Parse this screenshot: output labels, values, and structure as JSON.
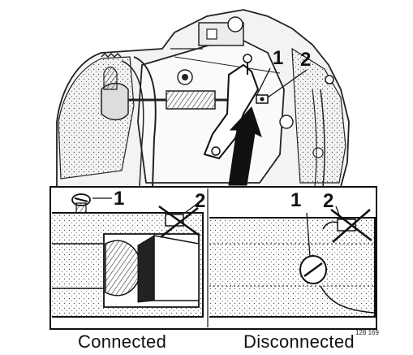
{
  "callouts": {
    "top": {
      "one": "1",
      "two": "2"
    },
    "left_panel": {
      "one": "1",
      "two": "2"
    },
    "right_panel": {
      "one": "1",
      "two": "2"
    }
  },
  "captions": {
    "left": "Connected",
    "right": "Disconnected"
  },
  "reference_code": "128 169"
}
